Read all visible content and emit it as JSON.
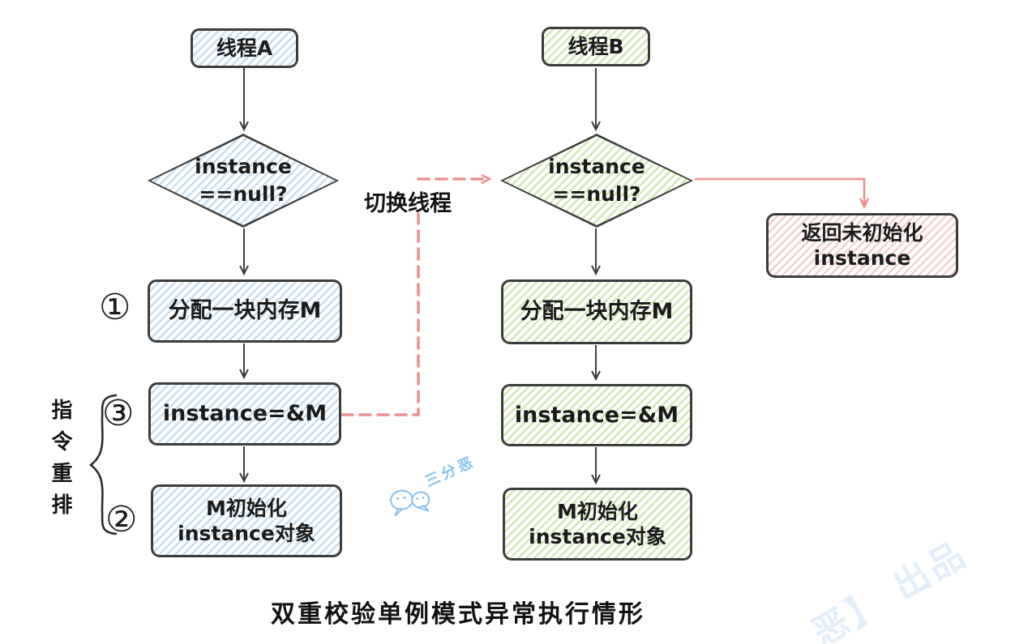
{
  "caption": "双重校验单例模式异常执行情形",
  "threads": {
    "a": {
      "start_label": "线程A",
      "condition": {
        "line1": "instance",
        "line2": "==null?"
      },
      "steps": [
        {
          "num": "①",
          "label": "分配一块内存M"
        },
        {
          "num": "③",
          "label": "instance=&M"
        },
        {
          "num": "②",
          "line1": "M初始化",
          "line2": "instance对象"
        }
      ]
    },
    "b": {
      "start_label": "线程B",
      "condition": {
        "line1": "instance",
        "line2": "==null?"
      },
      "steps": [
        {
          "label": "分配一块内存M"
        },
        {
          "label": "instance=&M"
        },
        {
          "line1": "M初始化",
          "line2": "instance对象"
        }
      ]
    }
  },
  "error_box": {
    "line1": "返回未初始化",
    "line2": "instance"
  },
  "annotations": {
    "switch_thread_label": "切换线程",
    "instruction_reorder_label": "指令重排"
  },
  "watermarks": {
    "center_text": "三分恶",
    "corner_text": "恶】 出品"
  },
  "colors": {
    "thread_a_hatch": "#c5def3",
    "thread_b_hatch": "#d0e8b0",
    "error_hatch": "#f3cdca",
    "outline": "#3d3d3d",
    "red_arrow": "#ef8f8f",
    "watermark_blue": "#85c3ee"
  }
}
